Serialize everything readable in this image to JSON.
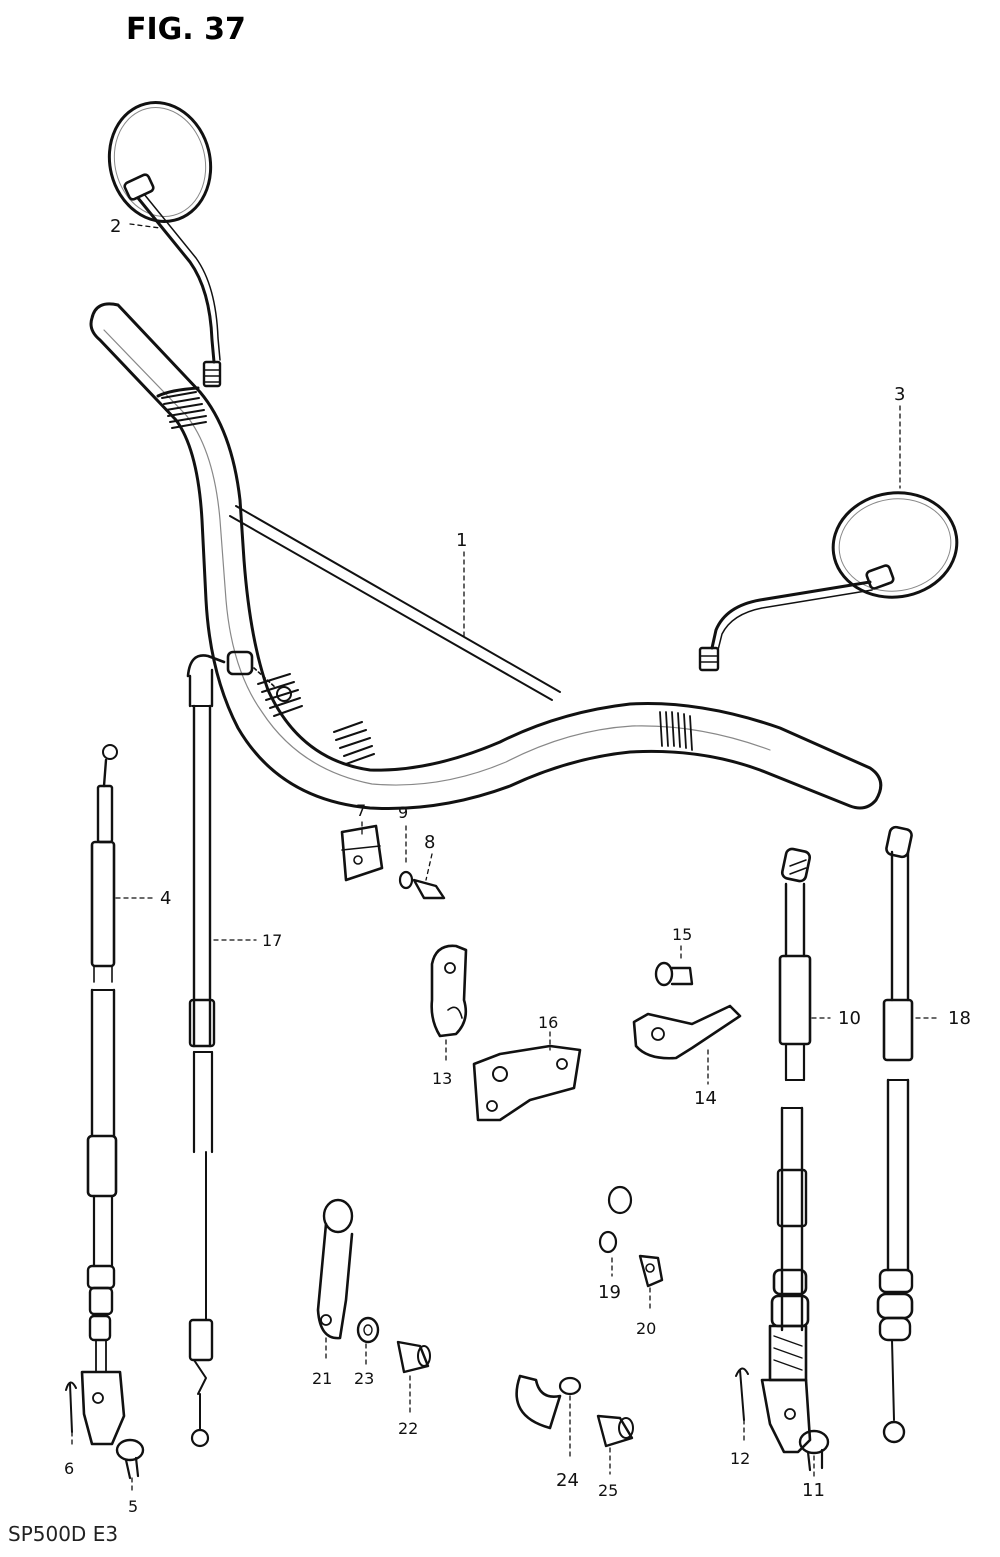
{
  "figure": {
    "title": "FIG. 37",
    "footer_code": "SP500D E3"
  },
  "callouts": [
    {
      "id": "c1",
      "text": "1"
    },
    {
      "id": "c2",
      "text": "2"
    },
    {
      "id": "c3",
      "text": "3"
    },
    {
      "id": "c4",
      "text": "4"
    },
    {
      "id": "c6",
      "text": "6"
    },
    {
      "id": "c5",
      "text": "5"
    },
    {
      "id": "c7",
      "text": "7"
    },
    {
      "id": "c8",
      "text": "8"
    },
    {
      "id": "c9",
      "text": "9"
    },
    {
      "id": "c10",
      "text": "10"
    },
    {
      "id": "c11",
      "text": "11"
    },
    {
      "id": "c12",
      "text": "12"
    },
    {
      "id": "c13",
      "text": "13"
    },
    {
      "id": "c14",
      "text": "14"
    },
    {
      "id": "c15",
      "text": "15"
    },
    {
      "id": "c16",
      "text": "16"
    },
    {
      "id": "c17",
      "text": "17"
    },
    {
      "id": "c18",
      "text": "18"
    },
    {
      "id": "c19",
      "text": "19"
    },
    {
      "id": "c20",
      "text": "20"
    },
    {
      "id": "c21",
      "text": "21"
    },
    {
      "id": "c22",
      "text": "22"
    },
    {
      "id": "c23",
      "text": "23"
    },
    {
      "id": "c24",
      "text": "24"
    },
    {
      "id": "c25",
      "text": "25"
    }
  ]
}
